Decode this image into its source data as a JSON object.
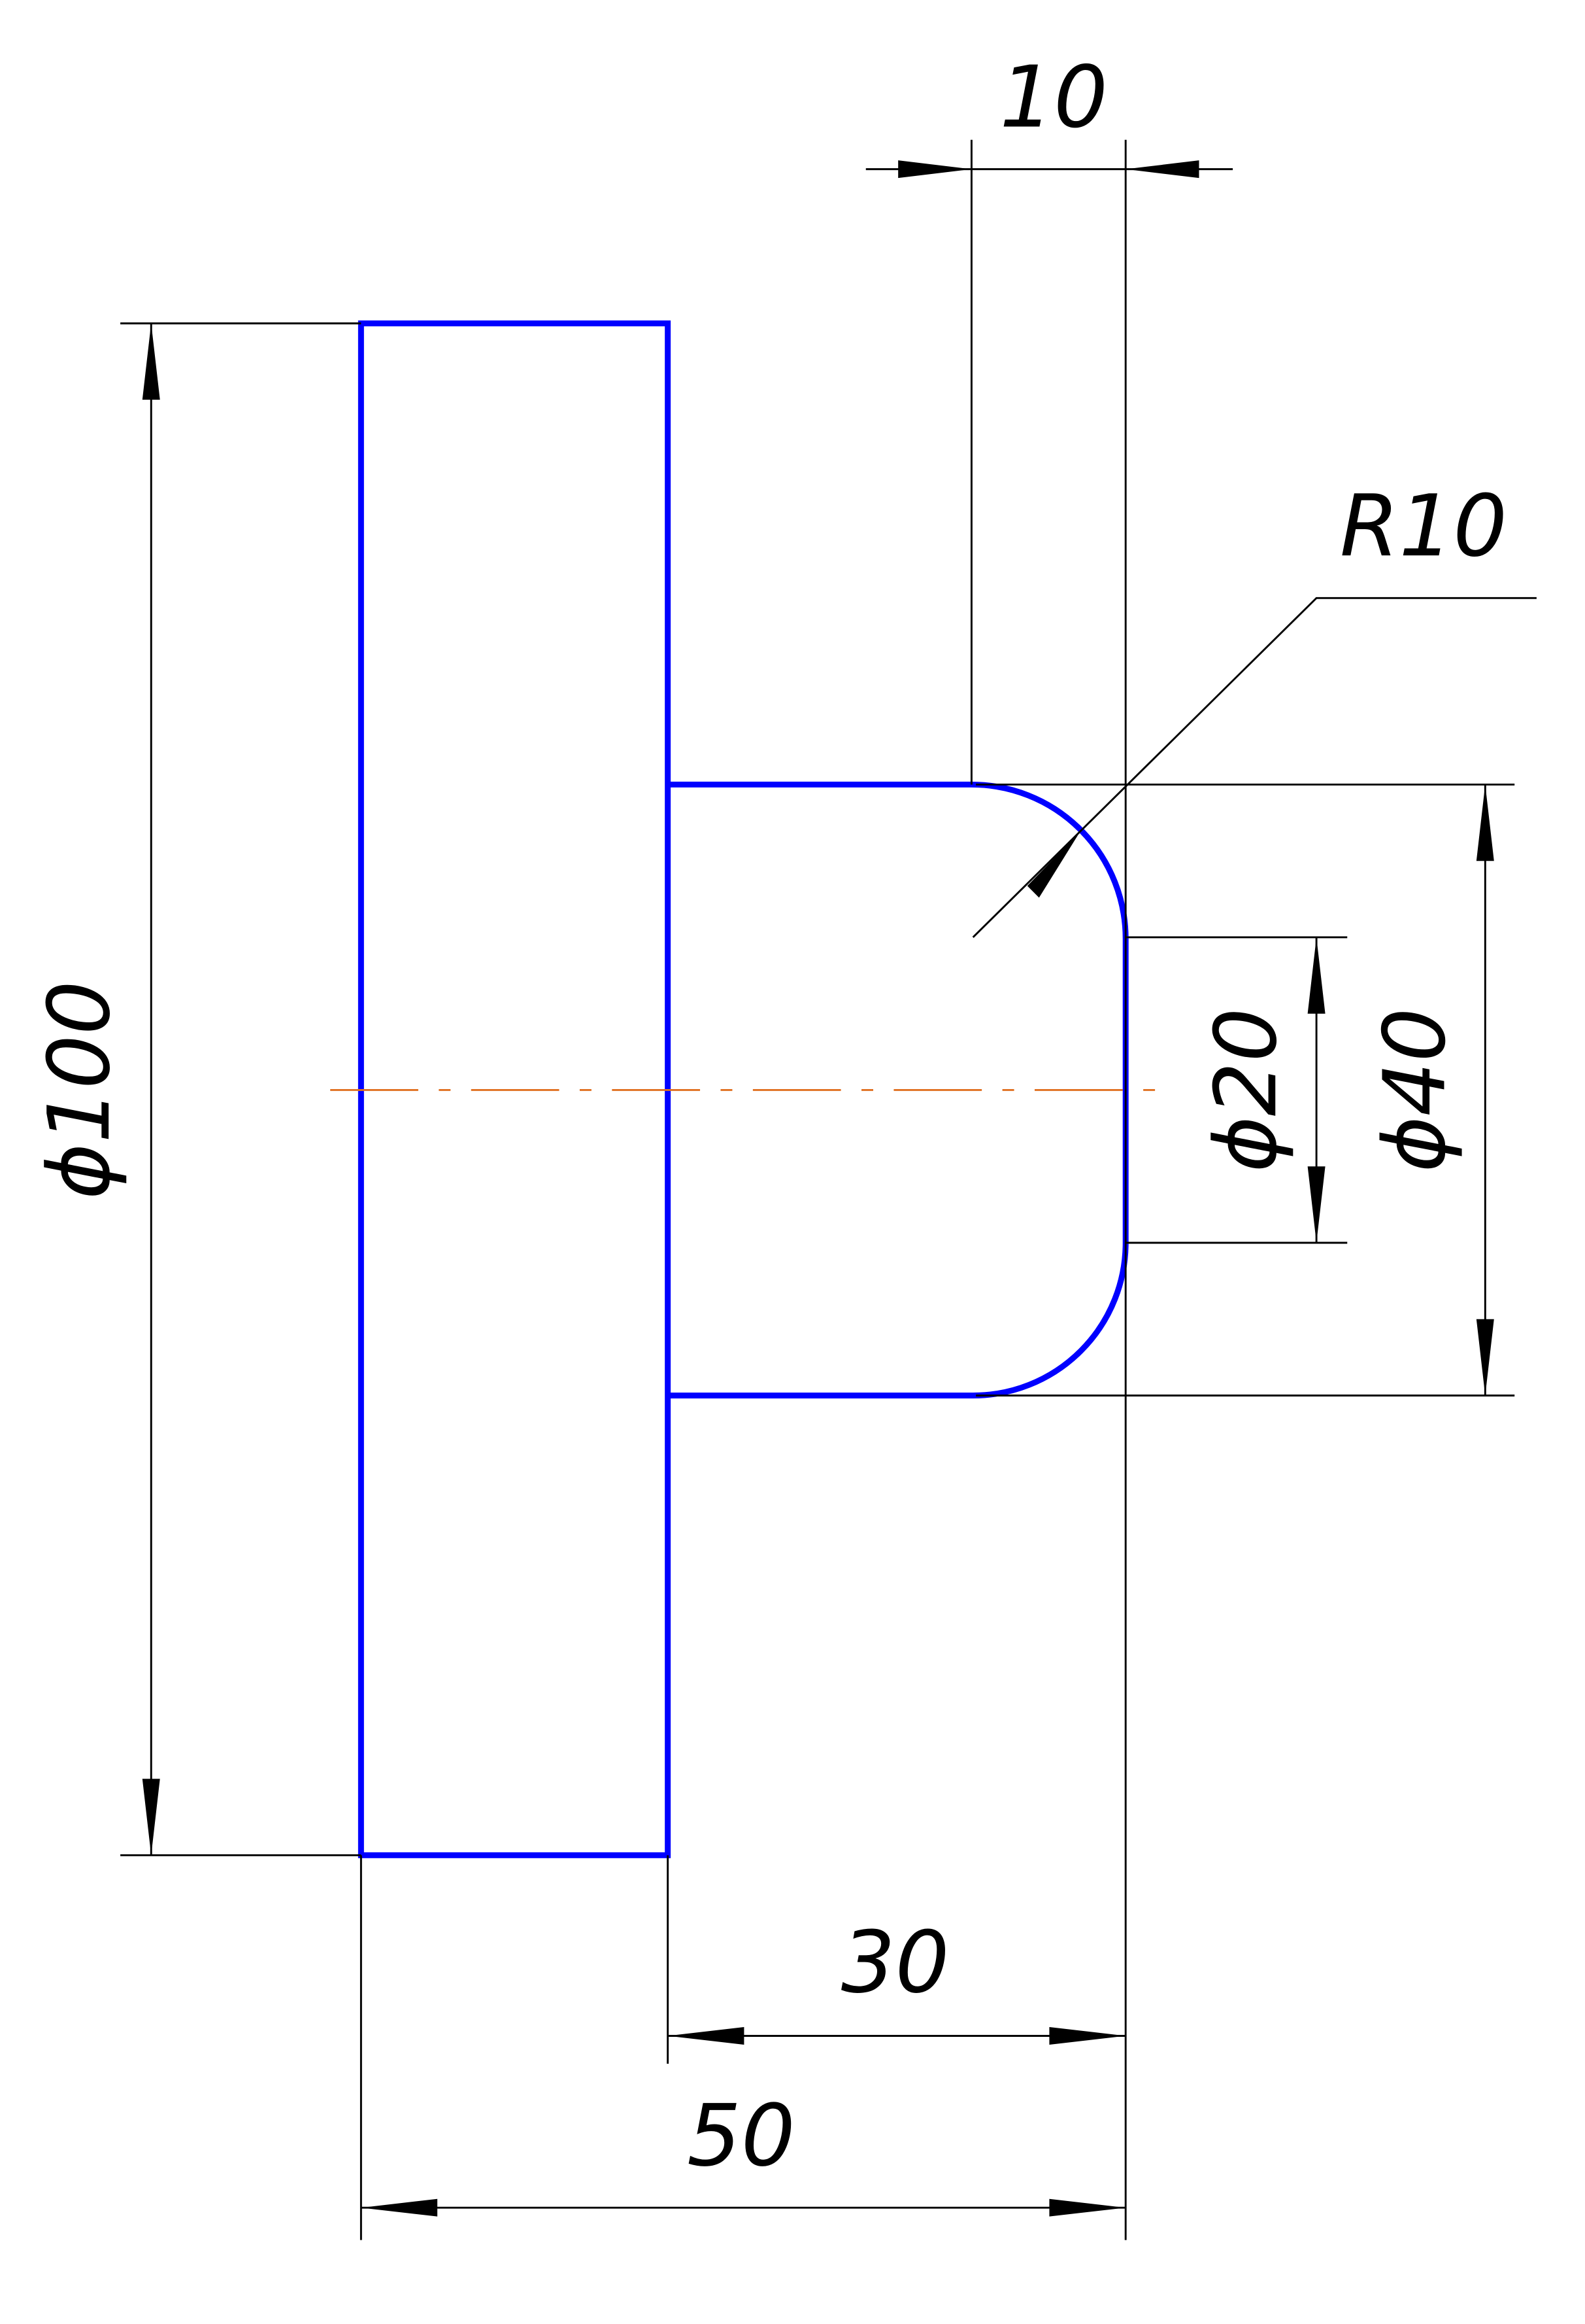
{
  "drawing": {
    "part_color": "#0000ff",
    "axis_color": "#e07020",
    "dimensions": {
      "width_tip": "10",
      "radius": "R10",
      "dia_big": "ϕ100",
      "dia_mid": "ϕ40",
      "dia_small": "ϕ20",
      "len_boss": "30",
      "len_total": "50"
    }
  }
}
